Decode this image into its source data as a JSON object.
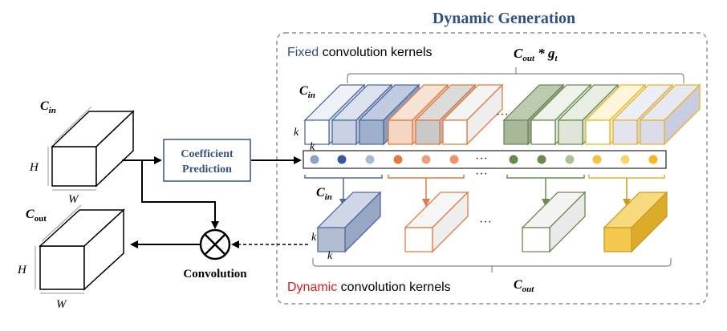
{
  "header": {
    "title": "Dynamic Generation"
  },
  "fixed_label": {
    "accent": "Fixed",
    "rest": " convolution kernels"
  },
  "dynamic_label": {
    "accent": "Dynamic",
    "rest": " convolution kernels"
  },
  "labels": {
    "c_in": "C",
    "c_in_sub": "in",
    "c_out": "C",
    "c_out_sub": "out",
    "c_out_g_main": "C",
    "c_out_g_sub": "out",
    "c_out_g_mid": " * g",
    "c_out_g_sub2": "t",
    "h": "H",
    "w": "W",
    "k": "k",
    "ellipsis": "···"
  },
  "nodes": {
    "coefficient_prediction_line1": "Coefficient",
    "coefficient_prediction_line2": "Prediction",
    "convolution": "Convolution"
  },
  "colors": {
    "title": "#2e5284",
    "fixed_text": "#2f4f7f",
    "dynamic_text": "#d42020",
    "box_border": "#31557f",
    "box_text": "#31557f",
    "blue": "#4d6b9a",
    "orange": "#e07a3f",
    "green": "#6a8a4f",
    "yellow": "#f5c242",
    "black": "#000000"
  },
  "dot_colors": [
    "#8da2c6",
    "#3c5a95",
    "#aab9d6",
    "#e07a3f",
    "#e9a07c",
    "#f0926a",
    "#5f8d4c",
    "#6a8a4f",
    "#a8c196",
    "#f5c242",
    "#f2d56b",
    "#f4b920"
  ]
}
